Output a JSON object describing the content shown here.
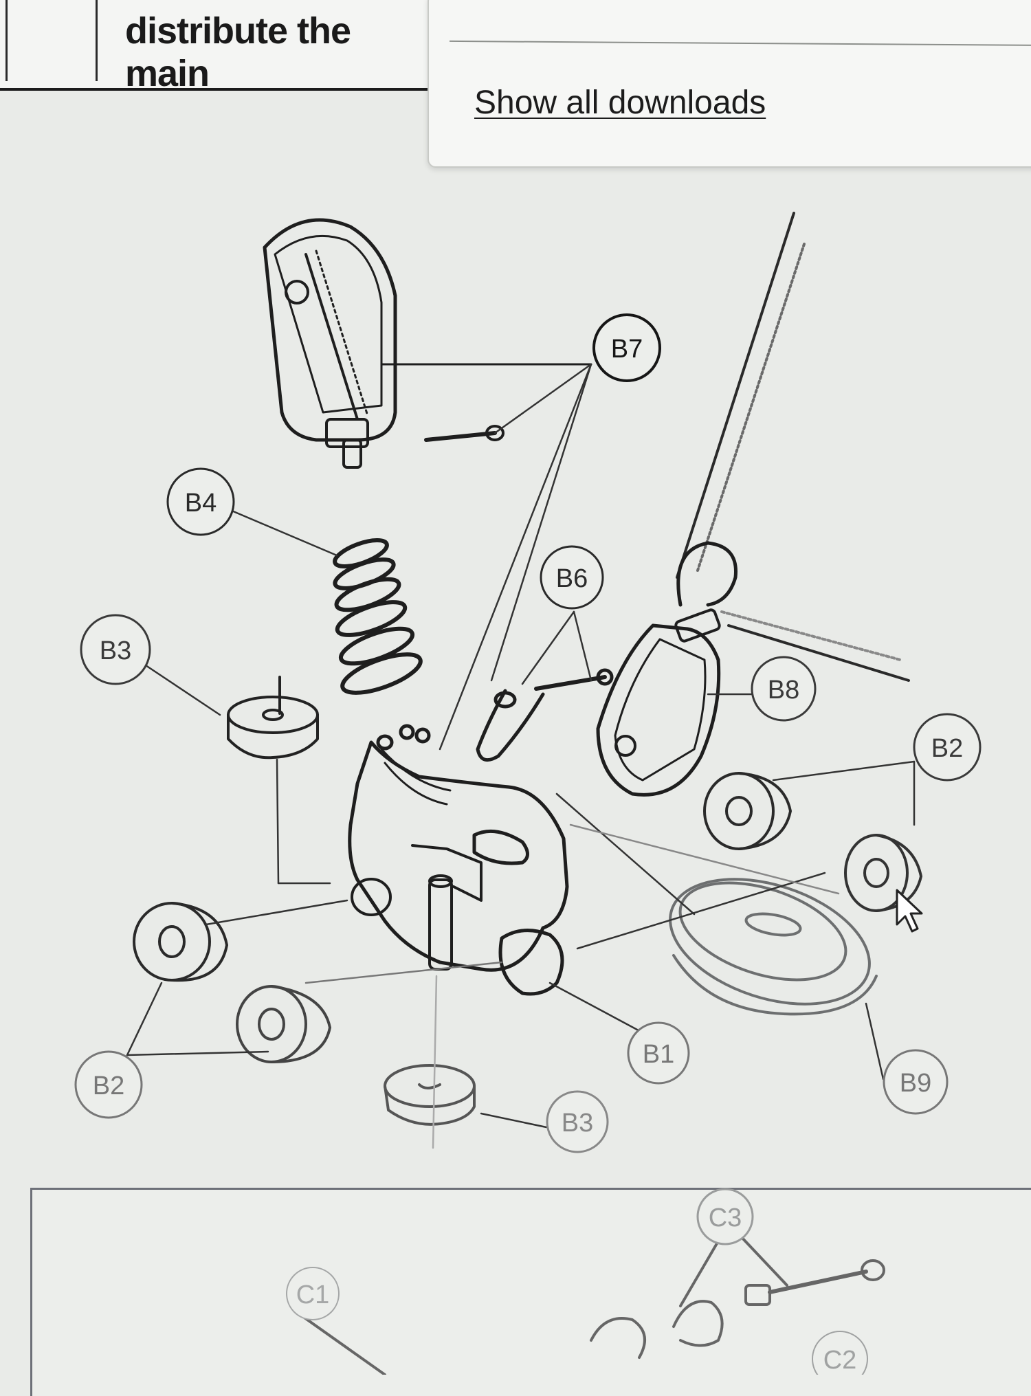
{
  "document": {
    "visible_text": "distribute the main"
  },
  "downloads_popup": {
    "show_all_label": "Show all downloads"
  },
  "diagram": {
    "callouts": [
      {
        "id": "b7",
        "label": "B7"
      },
      {
        "id": "b4",
        "label": "B4"
      },
      {
        "id": "b6",
        "label": "B6"
      },
      {
        "id": "b3-left",
        "label": "B3"
      },
      {
        "id": "b8",
        "label": "B8"
      },
      {
        "id": "b2-right",
        "label": "B2"
      },
      {
        "id": "b2-left",
        "label": "B2"
      },
      {
        "id": "b1",
        "label": "B1"
      },
      {
        "id": "b3-bottom",
        "label": "B3"
      },
      {
        "id": "b9",
        "label": "B9"
      },
      {
        "id": "c3",
        "label": "C3"
      },
      {
        "id": "c1",
        "label": "C1"
      },
      {
        "id": "c2",
        "label": "C2"
      }
    ]
  },
  "colors": {
    "ink": "#1c1c1c",
    "faded_ink": "#8e9190",
    "paper": "#eceeeb"
  },
  "icons": [
    "mouse-cursor-icon"
  ]
}
